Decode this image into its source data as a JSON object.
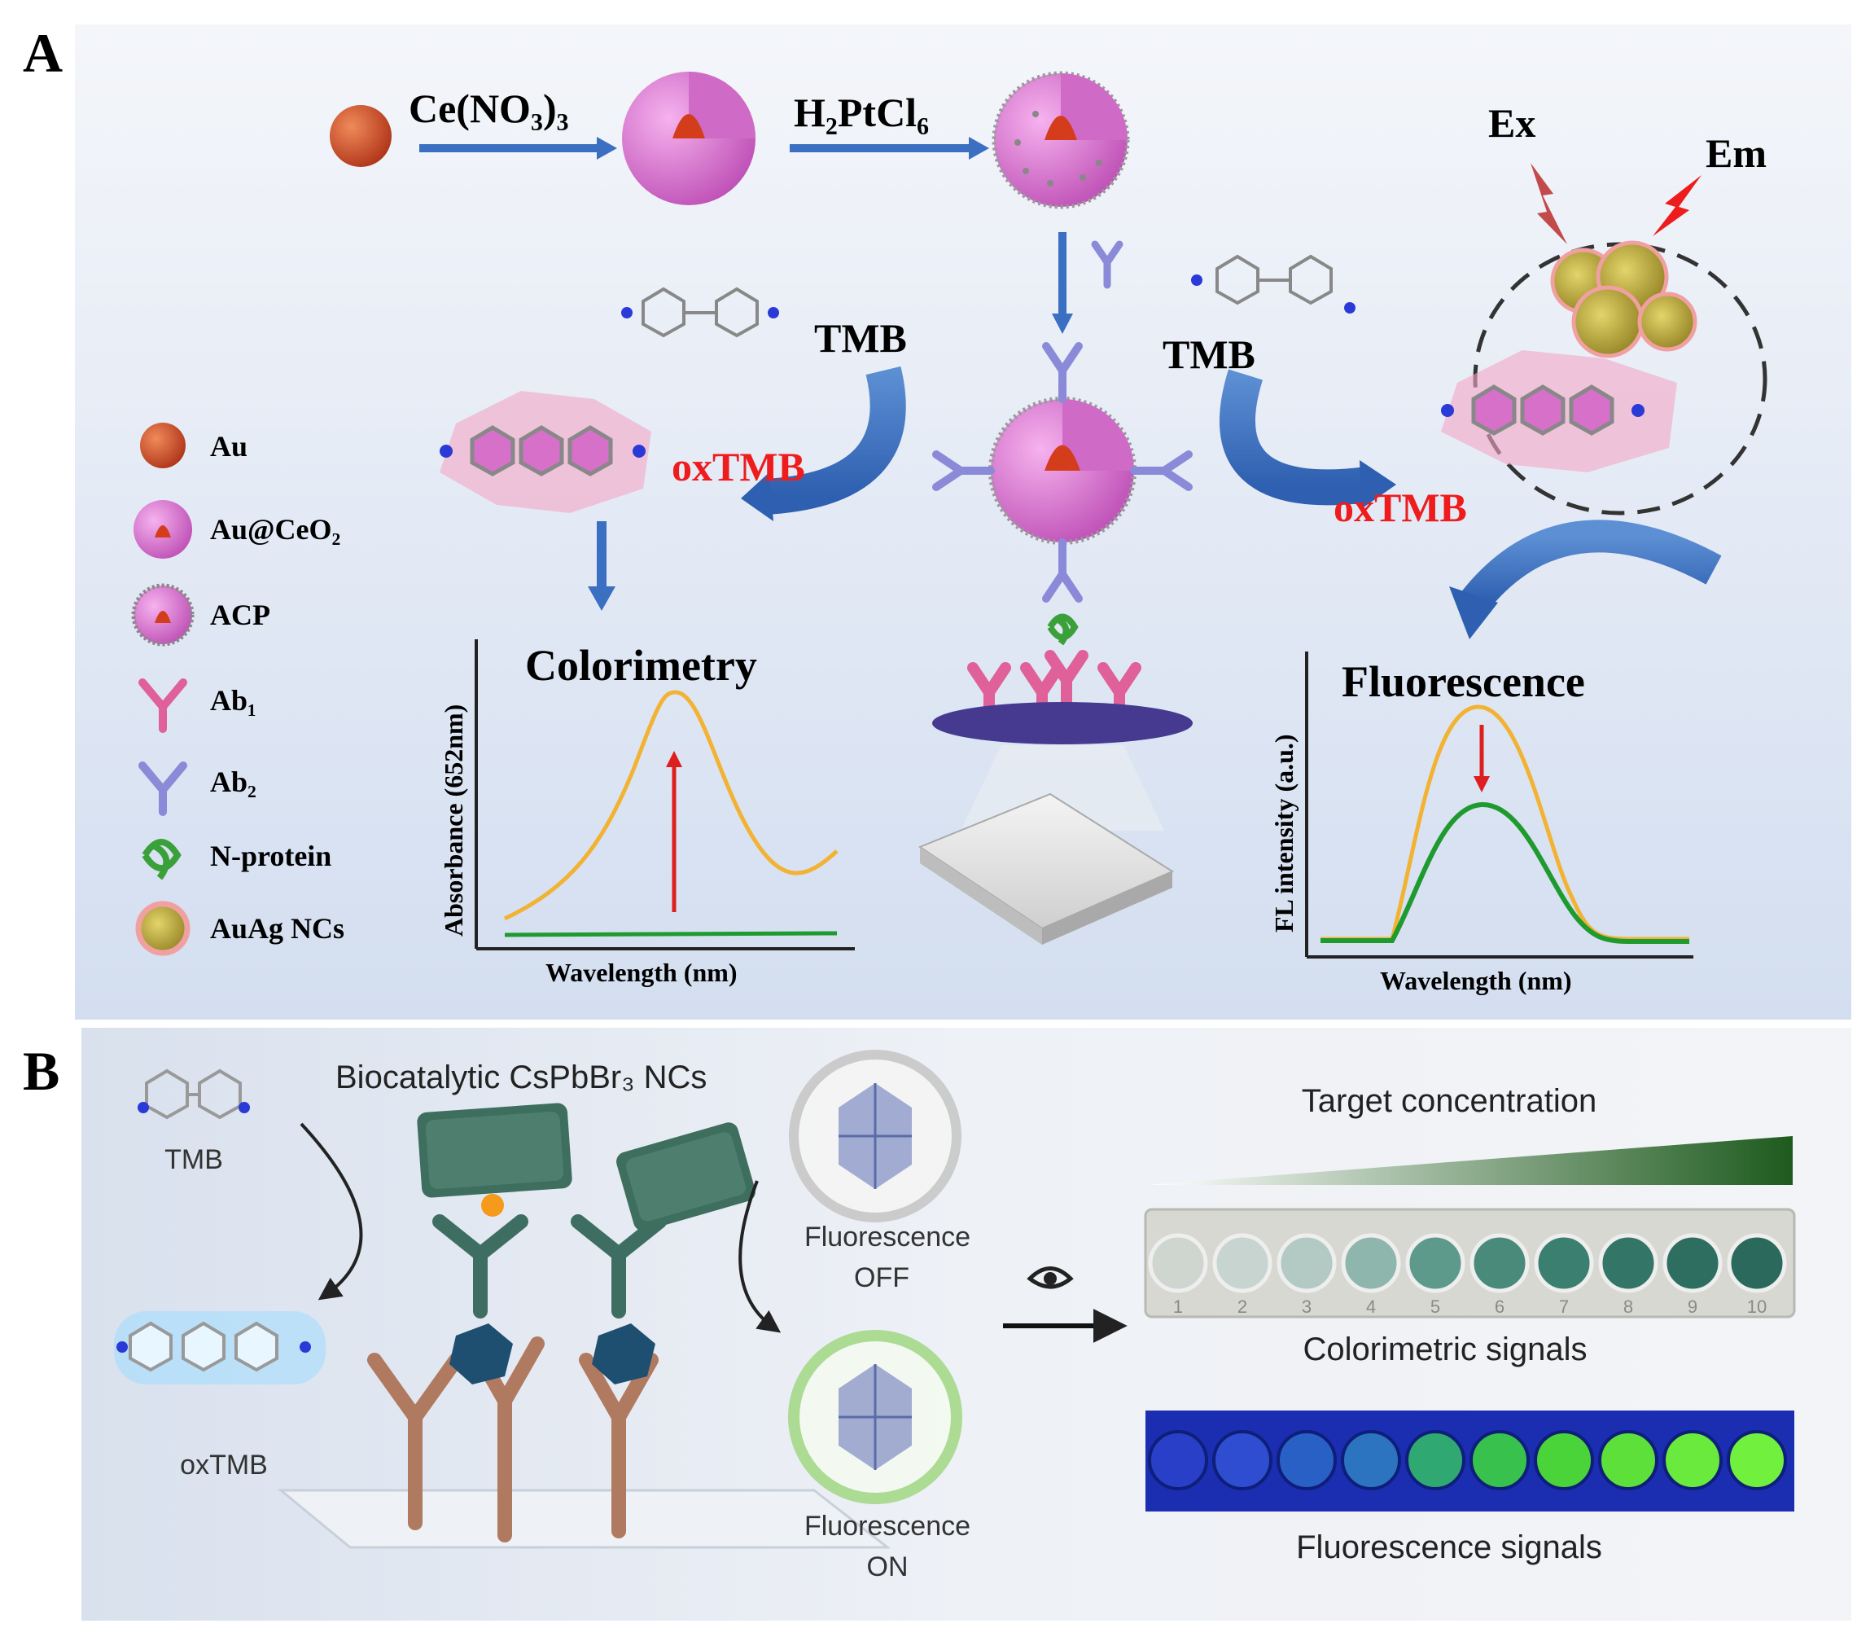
{
  "panel_a": {
    "label": "A",
    "flow": {
      "reagent_1": "Ce(NO₃)₃",
      "reagent_2": "H₂PtCl₆"
    },
    "legend": [
      {
        "icon": "au-sphere-icon",
        "label": "Au"
      },
      {
        "icon": "au-ceo2-icon",
        "label": "Au@CeO₂"
      },
      {
        "icon": "acp-icon",
        "label": "ACP"
      },
      {
        "icon": "ab1-antibody-icon",
        "label": "Ab₁"
      },
      {
        "icon": "ab2-antibody-icon",
        "label": "Ab₂"
      },
      {
        "icon": "n-protein-icon",
        "label": "N-protein"
      },
      {
        "icon": "auag-nc-icon",
        "label": "AuAg NCs"
      }
    ],
    "left": {
      "tmb": "TMB",
      "oxtmb": "oxTMB",
      "graph_title": "Colorimetry",
      "y_axis": "Absorbance (652nm)",
      "x_axis": "Wavelength (nm)"
    },
    "right": {
      "tmb": "TMB",
      "oxtmb": "oxTMB",
      "ex": "Ex",
      "em": "Em",
      "graph_title": "Fluorescence",
      "y_axis": "FL intensity (a.u.)",
      "x_axis": "Wavelength (nm)"
    },
    "colors": {
      "orange_curve": "#f2b233",
      "green_curve": "#1f9a2e",
      "arrow_red": "#dd1f1f",
      "oxtmb_red": "#ee1c1c"
    }
  },
  "panel_b": {
    "label": "B",
    "title": "Biocatalytic CsPbBr₃ NCs",
    "tmb": "TMB",
    "oxtmb": "oxTMB",
    "fl_off_1": "Fluorescence",
    "fl_off_2": "OFF",
    "fl_on_1": "Fluorescence",
    "fl_on_2": "ON",
    "target": "Target concentration",
    "colorimetric": "Colorimetric signals",
    "fluorescence": "Fluorescence signals",
    "well_numbers": [
      "1",
      "2",
      "3",
      "4",
      "5",
      "6",
      "7",
      "8",
      "9",
      "10"
    ]
  }
}
